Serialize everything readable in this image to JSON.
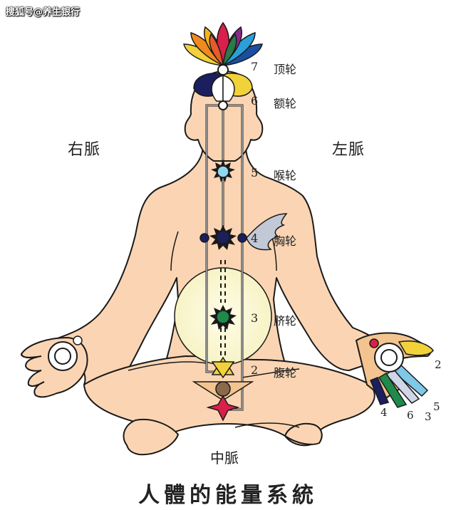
{
  "watermark": "搜狐号@养生银行",
  "title": "人體的能量系統",
  "channels": {
    "right": "右脈",
    "left": "左脈",
    "center": "中脈"
  },
  "chakras": [
    {
      "number": "7",
      "name": "顶轮"
    },
    {
      "number": "6",
      "name": "额轮"
    },
    {
      "number": "5",
      "name": "喉轮"
    },
    {
      "number": "4",
      "name": "胸轮"
    },
    {
      "number": "3",
      "name": "脐轮"
    },
    {
      "number": "2",
      "name": "腹轮"
    }
  ],
  "finger_numbers": [
    "2",
    "5",
    "3",
    "6",
    "4"
  ],
  "colors": {
    "skin": "#fbd5b3",
    "outline": "#1a1a1a",
    "navel_glow": "#fdfbe0",
    "throat": "#8fd6f0",
    "heart": "#1b1f5e",
    "navel": "#1f8a4a",
    "root": "#d8204a",
    "sacral_ball": "#8a6a4a",
    "sacral_star": "#f2d23a"
  }
}
